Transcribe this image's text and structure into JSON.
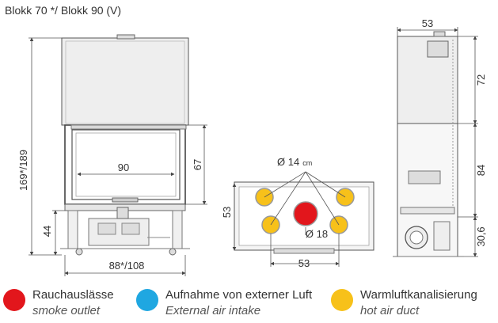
{
  "title": "Blokk 70 */ Blokk 90  (V)",
  "front_view": {
    "height_label": "169*/189",
    "foot_label": "44",
    "window_width_label": "90",
    "window_height_label": "67",
    "base_width_label": "88*/108"
  },
  "top_view": {
    "pipe_label": "Ø 14",
    "pipe_unit": "cm",
    "depth_label": "53",
    "smoke_label": "Ø 18",
    "spacing_label": "53"
  },
  "side_view": {
    "width_label": "53",
    "upper_label": "72",
    "middle_label": "84",
    "lower_label": "30,6"
  },
  "legend": [
    {
      "label": "Rauchauslässe",
      "sublabel": "smoke outlet",
      "color": "#e2161c"
    },
    {
      "label": "Aufnahme von externer Luft",
      "sublabel": "External air intake",
      "color": "#1fa7e1"
    },
    {
      "label": "Warmluftkanalisierung",
      "sublabel": "hot air duct",
      "color": "#f7c11a"
    }
  ]
}
